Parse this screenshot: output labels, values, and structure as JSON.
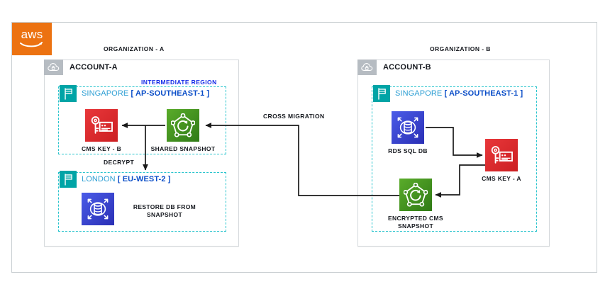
{
  "brand": {
    "logo_text": "aws",
    "logo_color": "#ec7211"
  },
  "organizations": [
    {
      "id": "org-a",
      "title": "ORGANIZATION - A"
    },
    {
      "id": "org-b",
      "title": "ORGANIZATION - B"
    }
  ],
  "accounts": [
    {
      "id": "account-a",
      "name": "ACCOUNT-A",
      "icon": "cloud-lock-icon"
    },
    {
      "id": "account-b",
      "name": "ACCOUNT-B",
      "icon": "cloud-lock-icon"
    }
  ],
  "regions": [
    {
      "id": "region-a-singapore",
      "city": "SINGAPORE",
      "code": "[ AP-SOUTHEAST-1 ]",
      "tag": "INTERMEDIATE REGION",
      "icon": "region-flag-icon"
    },
    {
      "id": "region-a-london",
      "city": "LONDON",
      "code": "[ EU-WEST-2 ]",
      "tag": "",
      "icon": "region-flag-icon"
    },
    {
      "id": "region-b-singapore",
      "city": "SINGAPORE",
      "code": "[ AP-SOUTHEAST-1 ]",
      "tag": "",
      "icon": "region-flag-icon"
    }
  ],
  "nodes": [
    {
      "id": "cms-key-b",
      "label": "CMS KEY - B",
      "icon": "kms-key-icon",
      "color": "#d81f26"
    },
    {
      "id": "shared-snapshot",
      "label": "SHARED SNAPSHOT",
      "icon": "db-snapshot-icon",
      "color": "#3f8624"
    },
    {
      "id": "restore-db",
      "label": "RESTORE DB FROM\nSNAPSHOT",
      "icon": "rds-db-icon",
      "color": "#3b48d4"
    },
    {
      "id": "rds-sql-db",
      "label": "RDS SQL DB",
      "icon": "rds-db-icon",
      "color": "#3b48d4"
    },
    {
      "id": "cms-key-a",
      "label": "CMS KEY - A",
      "icon": "kms-key-icon",
      "color": "#d81f26"
    },
    {
      "id": "encrypted-snapshot",
      "label": "ENCRYPTED CMS\nSNAPSHOT",
      "icon": "db-snapshot-icon",
      "color": "#3f8624"
    }
  ],
  "connections": [
    {
      "id": "cross-migration",
      "label": "CROSS MIGRATION",
      "from": "encrypted-snapshot",
      "to": "shared-snapshot"
    },
    {
      "id": "decrypt",
      "label": "DECRYPT",
      "from": "cms-key-b",
      "to": "region-a-london"
    },
    {
      "id": "share-key",
      "label": "",
      "from": "shared-snapshot",
      "to": "cms-key-b"
    },
    {
      "id": "encrypt-db",
      "label": "",
      "from": "rds-sql-db",
      "to": "cms-key-a"
    },
    {
      "id": "key-to-snapshot",
      "label": "",
      "from": "cms-key-a",
      "to": "encrypted-snapshot"
    }
  ],
  "colors": {
    "aws_orange": "#ec7211",
    "region_dash": "#28c4cd",
    "region_flag": "#00a4a6",
    "region_city": "#2e9fd4",
    "region_code": "#0b4ec8",
    "tag_blue": "#1329e8",
    "account_chip": "#b6bcc2",
    "frame_border": "#c9cfd2",
    "wire": "#1a1a1a"
  }
}
